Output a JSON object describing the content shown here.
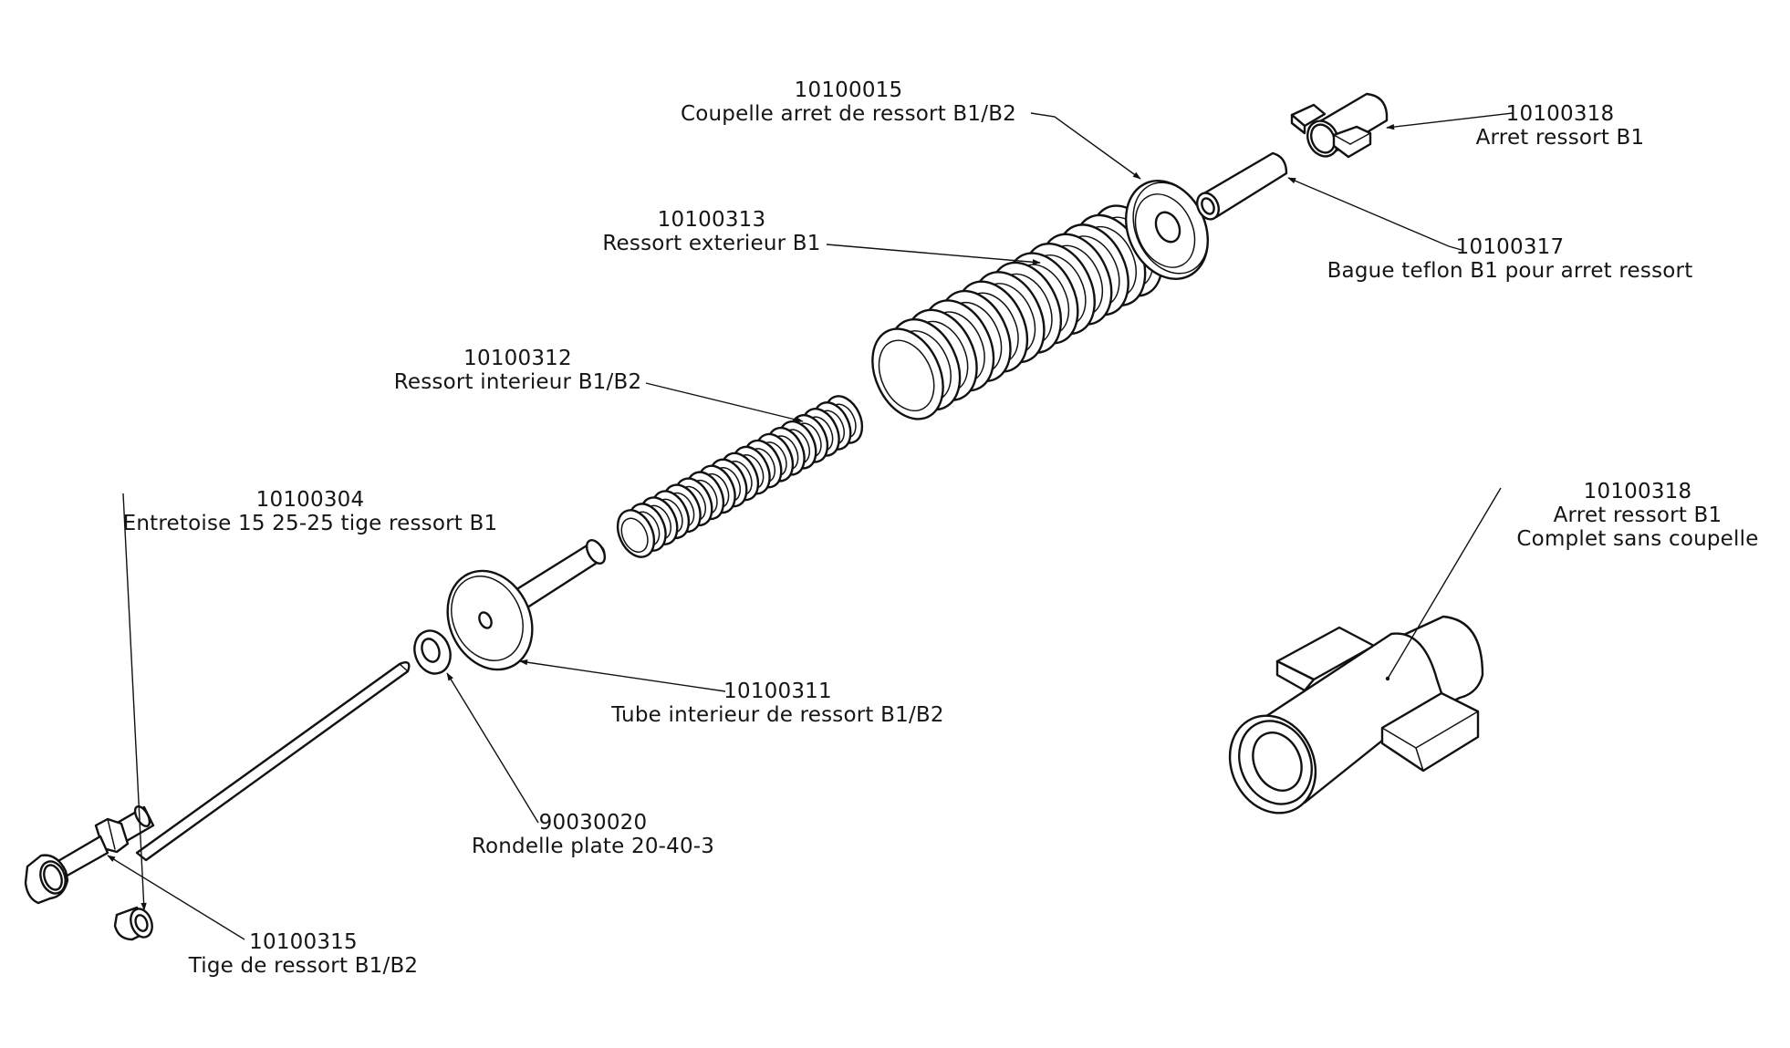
{
  "diagram": {
    "type": "exploded-assembly-view",
    "callouts": [
      {
        "id": "coupelle",
        "part_number": "10100015",
        "description": "Coupelle arret de ressort B1/B2"
      },
      {
        "id": "arret-top",
        "part_number": "10100318",
        "description": "Arret ressort B1"
      },
      {
        "id": "bague",
        "part_number": "10100317",
        "description": "Bague teflon B1 pour arret ressort"
      },
      {
        "id": "ressort-ext",
        "part_number": "10100313",
        "description": "Ressort exterieur B1"
      },
      {
        "id": "ressort-int",
        "part_number": "10100312",
        "description": "Ressort interieur B1/B2"
      },
      {
        "id": "entretoise",
        "part_number": "10100304",
        "description": "Entretoise 15 25-25 tige ressort B1"
      },
      {
        "id": "tube",
        "part_number": "10100311",
        "description": "Tube interieur de ressort B1/B2"
      },
      {
        "id": "rondelle",
        "part_number": "90030020",
        "description": "Rondelle plate 20-40-3"
      },
      {
        "id": "tige",
        "part_number": "10100315",
        "description": "Tige de ressort B1/B2"
      },
      {
        "id": "arret-complet",
        "part_number": "10100318",
        "description": "Arret ressort B1",
        "note": "Complet sans coupelle"
      }
    ]
  }
}
